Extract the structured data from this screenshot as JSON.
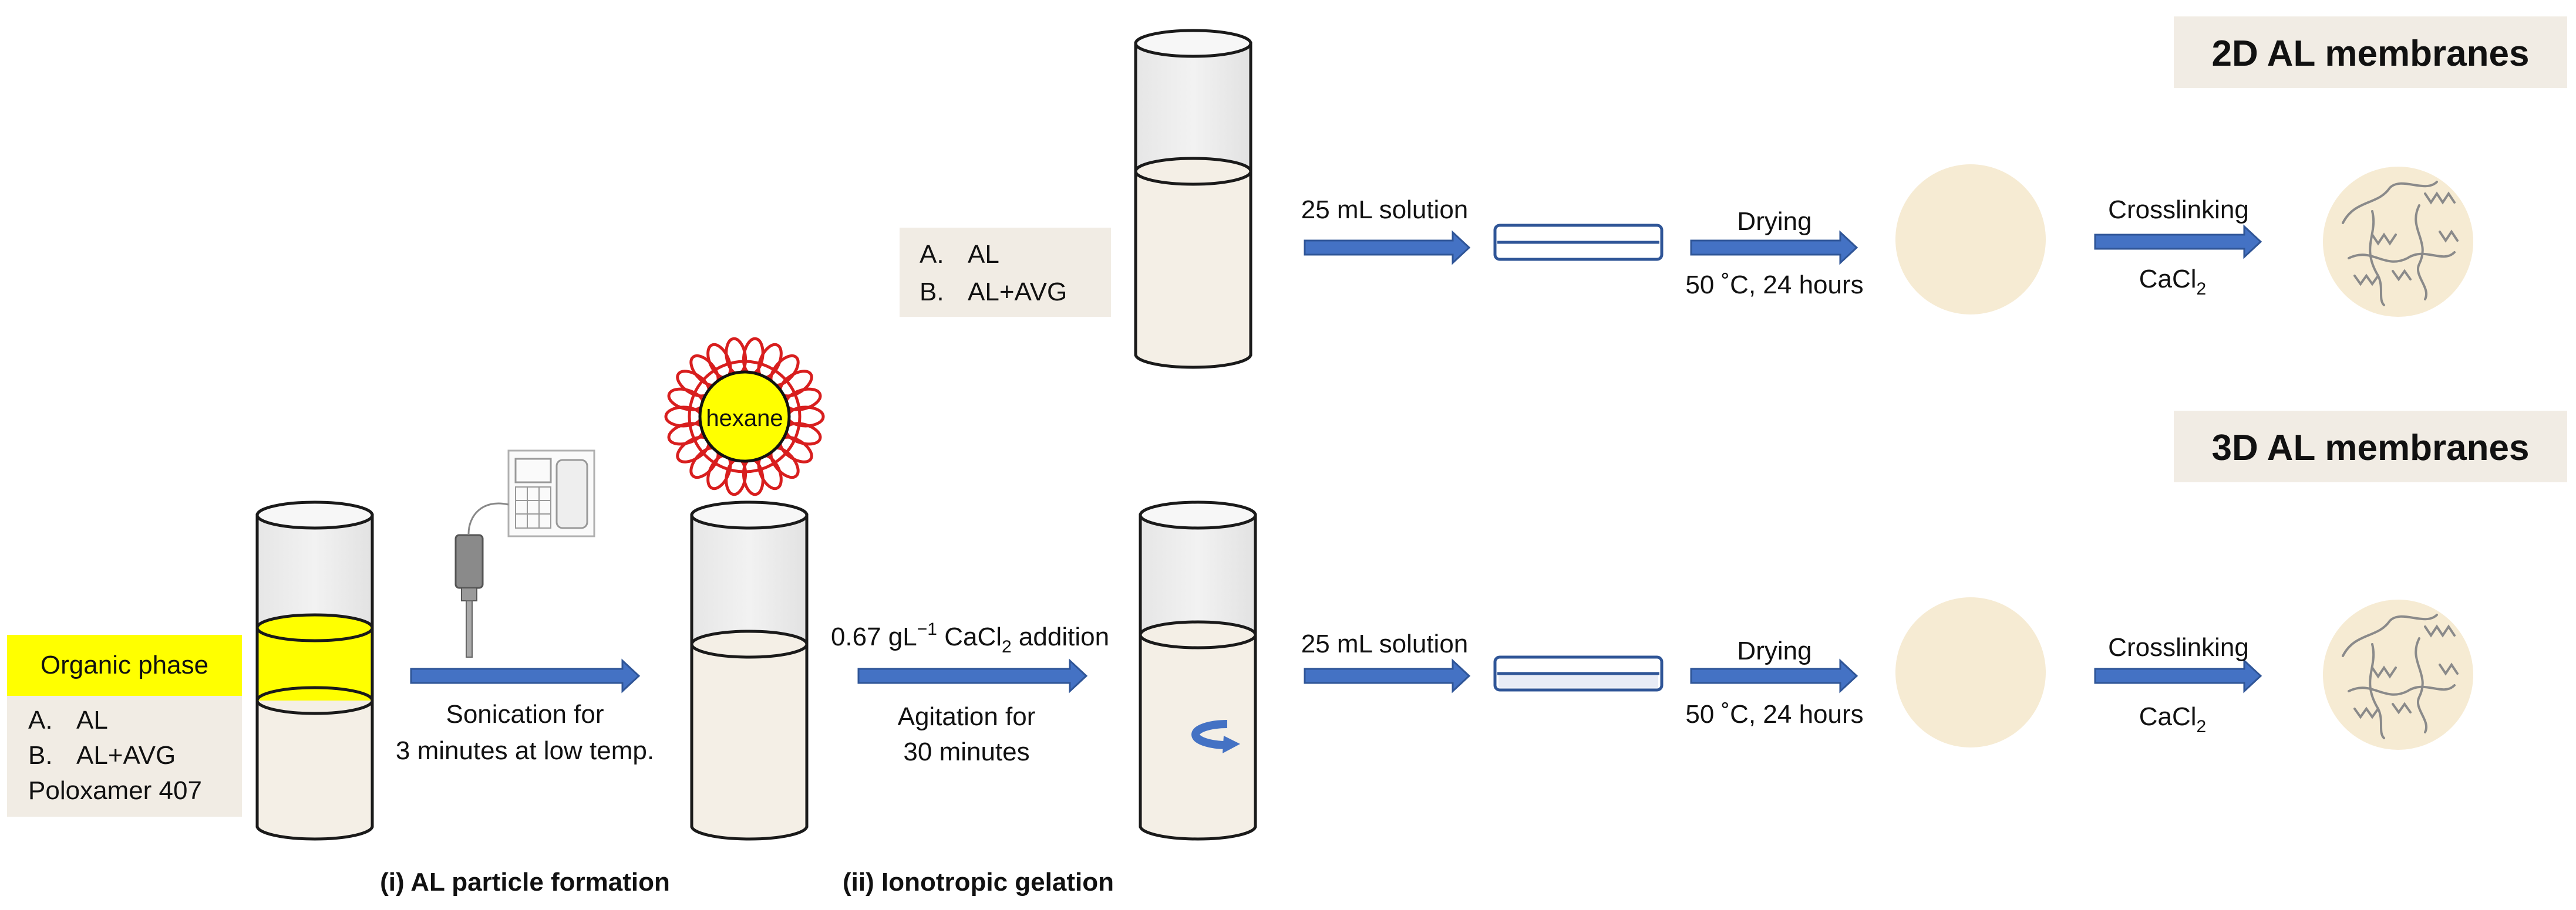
{
  "titles": {
    "two_d": "2D AL membranes",
    "three_d": "3D AL membranes"
  },
  "organic_phase": {
    "label": "Organic phase",
    "items": [
      "A.",
      "AL",
      "B.",
      "AL+AVG"
    ],
    "extra": "Poloxamer 407"
  },
  "top_box": {
    "items": [
      "A.",
      "AL",
      "B.",
      "AL+AVG"
    ]
  },
  "sonication": {
    "line1": "Sonication for",
    "line2": "3 minutes at low temp."
  },
  "hexane_label": "hexane",
  "gelation": {
    "line1_prefix": "0.67 gL",
    "line1_sup": "−1",
    "line1_mid": " CaCl",
    "line1_sub": "2",
    "line1_suffix": " addition",
    "line2": "Agitation for",
    "line3": "30 minutes"
  },
  "row_top": {
    "solution": "25 mL solution",
    "drying": "Drying",
    "drying_cond": "50 ˚C, 24 hours",
    "crosslinking": "Crosslinking",
    "cacl_main": "CaCl",
    "cacl_sub": "2"
  },
  "row_bottom": {
    "solution": "25 mL solution",
    "drying": "Drying",
    "drying_cond": "50 ˚C, 24 hours",
    "crosslinking": "Crosslinking",
    "cacl_main": "CaCl",
    "cacl_sub": "2"
  },
  "stages": {
    "stage1": "(i) AL particle formation",
    "stage2": "(ii) Ionotropic gelation"
  },
  "colors": {
    "arrow": "#4472c4",
    "yellow": "#ffff00",
    "beige_box": "#f1ece4",
    "liquid": "#f4efe6",
    "membrane": "#f6ebd3",
    "red_shell": "#d81e1e"
  }
}
